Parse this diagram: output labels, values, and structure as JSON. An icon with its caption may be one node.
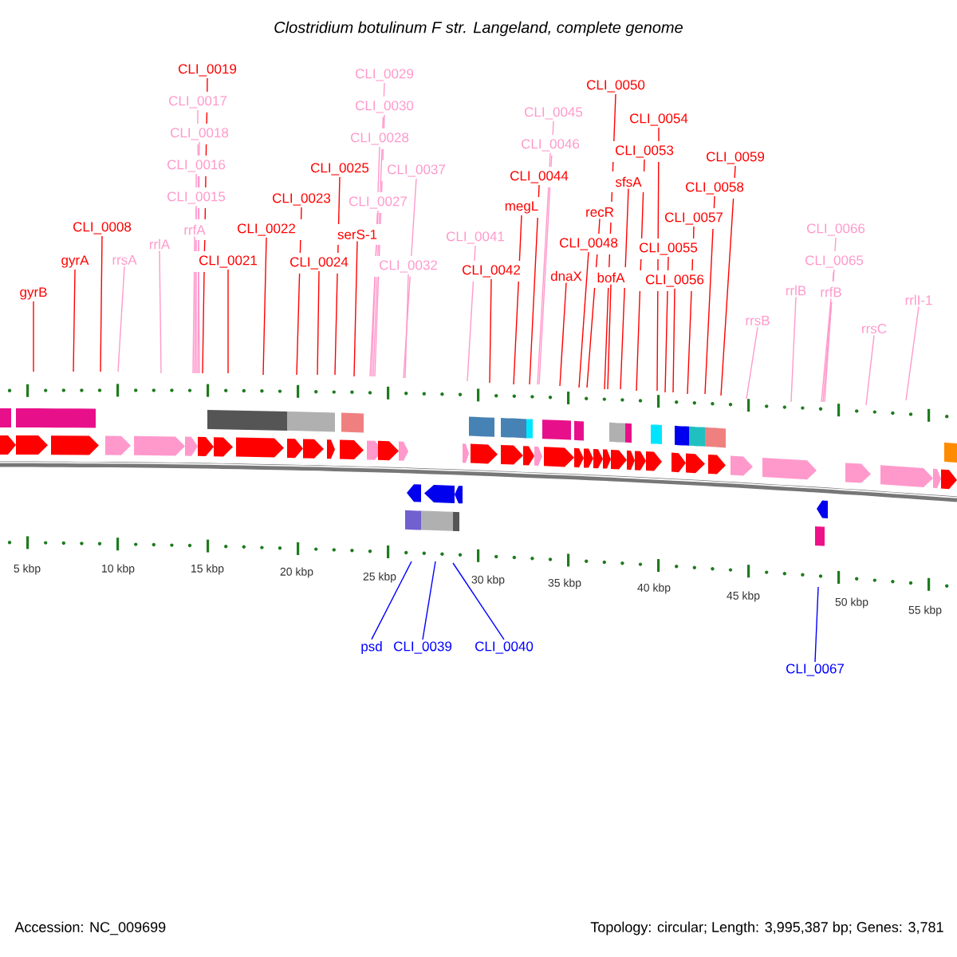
{
  "diagram": {
    "title": "Clostridium botulinum F str. Langeland, complete genome",
    "nodes": [
      {
        "text": [
          "gyrB"
        ]
      },
      {
        "text": [
          "gyrA"
        ]
      },
      {
        "text": [
          "CLI_0008"
        ]
      },
      {
        "text": [
          "rrsA"
        ]
      },
      {
        "text": [
          "rrlA"
        ]
      },
      {
        "text": [
          "rrfA"
        ]
      },
      {
        "text": [
          "CLI_0015"
        ]
      },
      {
        "text": [
          "CLI_0016"
        ]
      },
      {
        "text": [
          "CLI_0018"
        ]
      },
      {
        "text": [
          "CLI_0017"
        ]
      },
      {
        "text": [
          "CLI_0019"
        ]
      },
      {
        "text": [
          "CLI_0021"
        ]
      },
      {
        "text": [
          "CLI_0022"
        ]
      },
      {
        "text": [
          "CLI_0023"
        ]
      },
      {
        "text": [
          "CLI_0024"
        ]
      },
      {
        "text": [
          "CLI_0025"
        ]
      },
      {
        "text": [
          "serS-1"
        ]
      },
      {
        "text": [
          "CLI_0029"
        ]
      },
      {
        "text": [
          "CLI_0030"
        ]
      },
      {
        "text": [
          "CLI_0028"
        ]
      },
      {
        "text": [
          "CLI_0027"
        ]
      },
      {
        "text": [
          "CLI_0037"
        ]
      },
      {
        "text": [
          "CLI_0032"
        ]
      },
      {
        "text": [
          "CLI_0041"
        ]
      },
      {
        "text": [
          "CLI_0042"
        ]
      },
      {
        "text": [
          "megL"
        ]
      },
      {
        "text": [
          "CLI_0044"
        ]
      },
      {
        "text": [
          "CLI_0046"
        ]
      },
      {
        "text": [
          "CLI_0045"
        ]
      },
      {
        "text": [
          "dnaX"
        ]
      },
      {
        "text": [
          "CLI_0048"
        ]
      },
      {
        "text": [
          "recR"
        ]
      },
      {
        "text": [
          "CLI_0050"
        ]
      },
      {
        "text": [
          "bofA"
        ]
      },
      {
        "text": [
          "sfsA"
        ]
      },
      {
        "text": [
          "CLI_0053"
        ]
      },
      {
        "text": [
          "CLI_0054"
        ]
      },
      {
        "text": [
          "CLI_0055"
        ]
      },
      {
        "text": [
          "CLI_0056"
        ]
      },
      {
        "text": [
          "CLI_0057"
        ]
      },
      {
        "text": [
          "CLI_0058"
        ]
      },
      {
        "text": [
          "CLI_0059"
        ]
      },
      {
        "text": [
          "rrsB"
        ]
      },
      {
        "text": [
          "rrlB"
        ]
      },
      {
        "text": [
          "rrfB"
        ]
      },
      {
        "text": [
          "CLI_0065"
        ]
      },
      {
        "text": [
          "CLI_0066"
        ]
      },
      {
        "text": [
          "rrsC"
        ]
      },
      {
        "text": [
          "rrlI-1"
        ]
      },
      {
        "text": [
          "psd"
        ]
      },
      {
        "text": [
          "CLI_0039"
        ]
      },
      {
        "text": [
          "CLI_0040"
        ]
      },
      {
        "text": [
          "CLI_0067"
        ]
      }
    ],
    "edges": [
      {
        "from": 0,
        "to": null,
        "arrow": "none"
      },
      {
        "from": 1,
        "to": null,
        "arrow": "none"
      },
      {
        "from": 2,
        "to": null,
        "arrow": "none"
      },
      {
        "from": 3,
        "to": null,
        "arrow": "none",
        "color": "#ff99cc"
      },
      {
        "from": 4,
        "to": null,
        "arrow": "none",
        "color": "#ff99cc"
      },
      {
        "from": 5,
        "to": null,
        "arrow": "none",
        "color": "#ff99cc"
      },
      {
        "from": 6,
        "to": null,
        "arrow": "none",
        "color": "#ff99cc"
      },
      {
        "from": 7,
        "to": null,
        "arrow": "none",
        "color": "#ff99cc"
      },
      {
        "from": 8,
        "to": null,
        "arrow": "none",
        "color": "#ff99cc"
      },
      {
        "from": 9,
        "to": null,
        "arrow": "none",
        "color": "#ff99cc"
      },
      {
        "from": 10,
        "to": null,
        "arrow": "none"
      },
      {
        "from": 11,
        "to": null,
        "arrow": "none"
      },
      {
        "from": 12,
        "to": null,
        "arrow": "none"
      },
      {
        "from": 13,
        "to": null,
        "arrow": "none"
      },
      {
        "from": 14,
        "to": null,
        "arrow": "none"
      },
      {
        "from": 15,
        "to": null,
        "arrow": "none"
      },
      {
        "from": 16,
        "to": null,
        "arrow": "none"
      },
      {
        "from": 17,
        "to": null,
        "arrow": "none",
        "color": "#ff99cc"
      },
      {
        "from": 18,
        "to": null,
        "arrow": "none",
        "color": "#ff99cc"
      },
      {
        "from": 19,
        "to": null,
        "arrow": "none",
        "color": "#ff99cc"
      },
      {
        "from": 20,
        "to": null,
        "arrow": "none",
        "color": "#ff99cc"
      },
      {
        "from": 21,
        "to": null,
        "arrow": "none",
        "color": "#ff99cc"
      },
      {
        "from": 22,
        "to": null,
        "arrow": "none",
        "color": "#ff99cc"
      },
      {
        "from": 23,
        "to": null,
        "arrow": "none",
        "color": "#ff99cc"
      },
      {
        "from": 24,
        "to": null,
        "arrow": "none"
      },
      {
        "from": 25,
        "to": null,
        "arrow": "none"
      },
      {
        "from": 26,
        "to": null,
        "arrow": "none"
      },
      {
        "from": 27,
        "to": null,
        "arrow": "none",
        "color": "#ff99cc"
      },
      {
        "from": 28,
        "to": null,
        "arrow": "none",
        "color": "#ff99cc"
      },
      {
        "from": 29,
        "to": null,
        "arrow": "none"
      },
      {
        "from": 30,
        "to": null,
        "arrow": "none"
      },
      {
        "from": 31,
        "to": null,
        "arrow": "none"
      },
      {
        "from": 32,
        "to": null,
        "arrow": "none"
      },
      {
        "from": 33,
        "to": null,
        "arrow": "none"
      },
      {
        "from": 34,
        "to": null,
        "arrow": "none"
      },
      {
        "from": 35,
        "to": null,
        "arrow": "none"
      },
      {
        "from": 36,
        "to": null,
        "arrow": "none"
      },
      {
        "from": 37,
        "to": null,
        "arrow": "none"
      },
      {
        "from": 38,
        "to": null,
        "arrow": "none"
      },
      {
        "from": 39,
        "to": null,
        "arrow": "none"
      },
      {
        "from": 40,
        "to": null,
        "arrow": "none"
      },
      {
        "from": 41,
        "to": null,
        "arrow": "none"
      },
      {
        "from": 42,
        "to": null,
        "arrow": "none",
        "color": "#ff99cc"
      },
      {
        "from": 43,
        "to": null,
        "arrow": "none",
        "color": "#ff99cc"
      },
      {
        "from": 44,
        "to": null,
        "arrow": "none",
        "color": "#ff99cc"
      },
      {
        "from": 45,
        "to": null,
        "arrow": "none",
        "color": "#ff99cc"
      },
      {
        "from": 46,
        "to": null,
        "arrow": "none",
        "color": "#ff99cc"
      },
      {
        "from": 47,
        "to": null,
        "arrow": "none",
        "color": "#ff99cc"
      },
      {
        "from": 48,
        "to": null,
        "arrow": "none",
        "color": "#ff99cc"
      },
      {
        "from": 49,
        "to": null,
        "arrow": "none",
        "color": "#0000ff"
      },
      {
        "from": 50,
        "to": null,
        "arrow": "none",
        "color": "#0000ff"
      },
      {
        "from": 51,
        "to": null,
        "arrow": "none",
        "color": "#0000ff"
      },
      {
        "from": 52,
        "to": null,
        "arrow": "none",
        "color": "#0000ff"
      }
    ],
    "labels": [
      "5 kbp",
      "10 kbp",
      "15 kbp",
      "20 kbp",
      "25 kbp",
      "30 kbp",
      "35 kbp",
      "40 kbp",
      "45 kbp",
      "50 kbp",
      "55 kbp",
      "Accession: NC_009699",
      "Topology: circular; Length: 3,995,387 bp; Genes: 3,781"
    ]
  }
}
